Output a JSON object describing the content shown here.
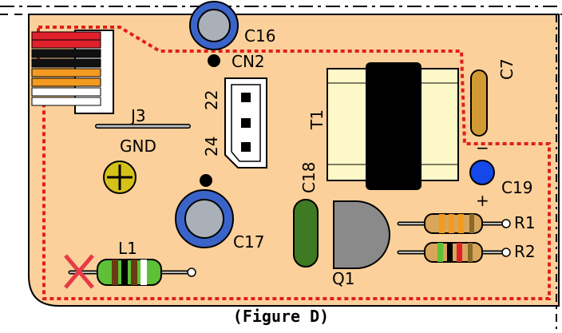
{
  "labels": {
    "c16": "C16",
    "cn2": "CN2",
    "cn2_pin_top": "22",
    "cn2_pin_bottom": "24",
    "t1": "T1",
    "c7": "C7",
    "j3": "J3",
    "gnd": "GND",
    "c18": "C18",
    "c19": "C19",
    "c19_minus": "−",
    "c19_plus": "+",
    "c17": "C17",
    "l1": "L1",
    "r1": "R1",
    "r2": "R2",
    "q1": "Q1"
  },
  "caption": "(Figure D)",
  "colors": {
    "board": "#fbd09a",
    "trace_outline": "#e0201a",
    "transformer_core": "#000000",
    "transformer_body": "#fdf8c8",
    "cap_ring": "#3a64c8",
    "cap_fill": "#aab0b8",
    "c19_fill": "#1448e8",
    "c7_fill": "#d19a32",
    "c18_fill": "#3e7a22",
    "q1_fill": "#8a8a8a",
    "screw": "#d4c21a",
    "l1_body": "#5ec036",
    "resistor_body": "#d8a55a",
    "x_mark": "#e63a48"
  }
}
